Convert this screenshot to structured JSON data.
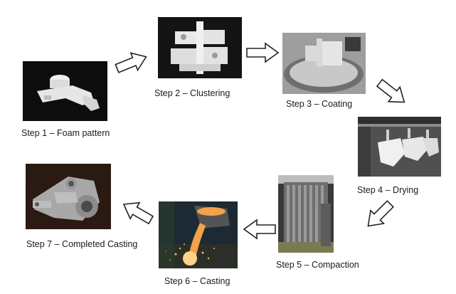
{
  "steps": [
    {
      "label": "Step 1 – Foam pattern"
    },
    {
      "label": "Step 2 – Clustering"
    },
    {
      "label": "Step 3 – Coating"
    },
    {
      "label": "Step 4 – Drying"
    },
    {
      "label": "Step 5 – Compaction"
    },
    {
      "label": "Step 6 – Casting"
    },
    {
      "label": "Step 7 – Completed Casting"
    }
  ],
  "colors": {
    "arrow_stroke": "#222222",
    "arrow_fill": "#ffffff",
    "molten_metal": "#f2a24a"
  }
}
